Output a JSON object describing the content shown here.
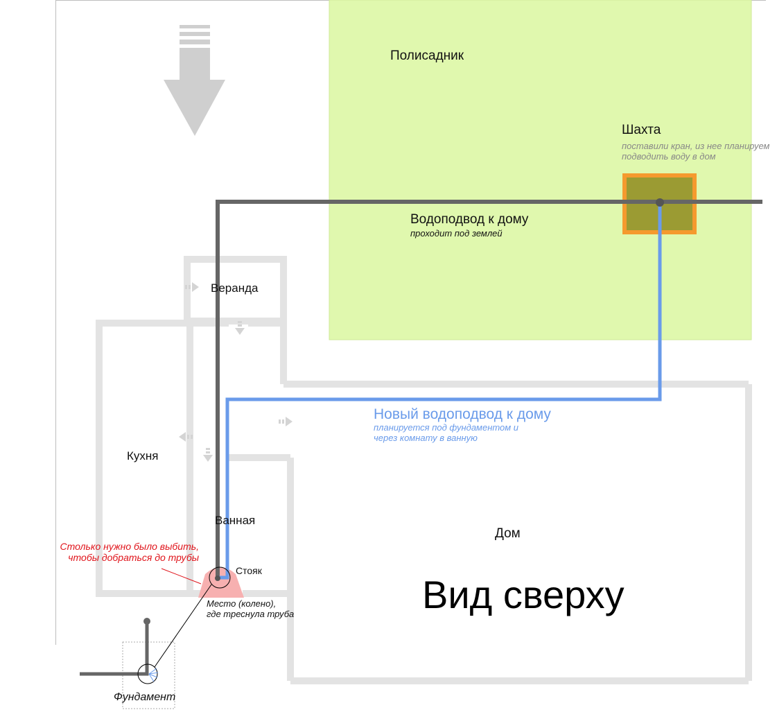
{
  "colors": {
    "garden": "#e0f8ae",
    "walls": "#e3e3e3",
    "old_pipe": "#666666",
    "new_pipe": "#6a9bea",
    "shaft_border": "#f59a2e",
    "shaft_fill": "#9b9b33",
    "dig_area": "#f7b0b0",
    "annotation_red": "#e0141b"
  },
  "labels": {
    "garden": "Полисадник",
    "shaft_title": "Шахта",
    "shaft_note": "поставили кран, из нее планируем\nподводить воду в дом",
    "old_pipe_title": "Водоподвод к дому",
    "old_pipe_note": "проходит под землей",
    "veranda": "Веранда",
    "new_pipe_title": "Новый водоподвод к дому",
    "new_pipe_note": "планируется под фундаментом и\nчерез комнату в ванную",
    "kitchen": "Кухня",
    "bathroom": "Ванная",
    "house": "Дом",
    "view_title": "Вид сверху",
    "dug_note": "Столько нужно было выбить,\nчтобы добраться до трубы",
    "riser": "Стояк",
    "crack_note": "Место (колено),\nгде треснула труба",
    "foundation": "Фундамент"
  },
  "icons": {
    "direction_arrow": "arrow-down-icon",
    "door_arrows": "door-arrow-icon"
  }
}
